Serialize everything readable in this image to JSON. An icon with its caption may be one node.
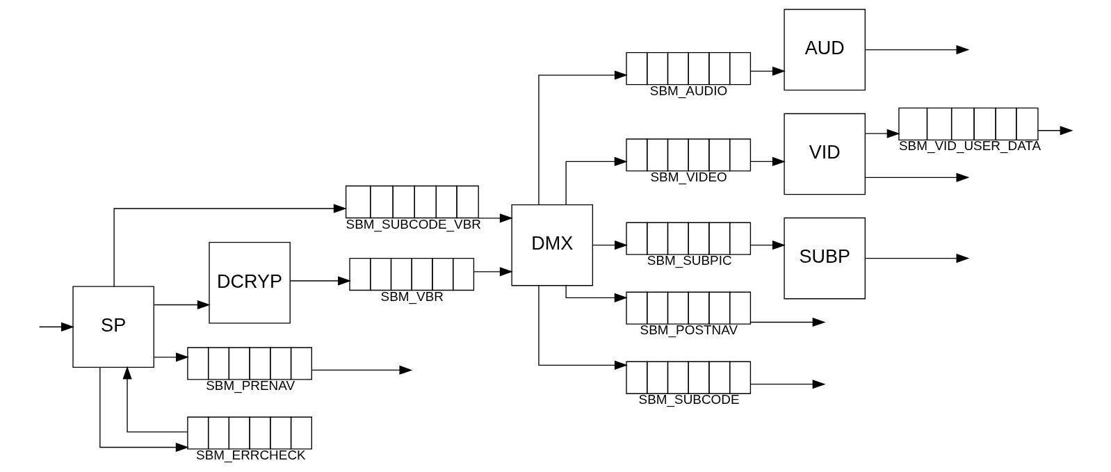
{
  "diagram": {
    "nodes": [
      {
        "text": [
          "SP"
        ]
      },
      {
        "text": [],
        "shape": "queue",
        "beside": [
          "SBM_SUBCODE_VBR"
        ]
      },
      {
        "text": [
          "DCRYP"
        ]
      },
      {
        "text": [],
        "shape": "queue",
        "beside": [
          "SBM_VBR"
        ]
      },
      {
        "text": [
          "DMX"
        ]
      },
      {
        "text": [],
        "shape": "queue",
        "beside": [
          "SBM_PRENAV"
        ]
      },
      {
        "text": [],
        "shape": "queue",
        "beside": [
          "SBM_ERRCHECK"
        ]
      },
      {
        "text": [],
        "shape": "queue",
        "beside": [
          "SBM_AUDIO"
        ]
      },
      {
        "text": [
          "AUD"
        ]
      },
      {
        "text": [],
        "shape": "queue",
        "beside": [
          "SBM_VIDEO"
        ]
      },
      {
        "text": [
          "VID"
        ]
      },
      {
        "text": [],
        "shape": "queue",
        "beside": [
          "SBM_VID_USER_DATA"
        ]
      },
      {
        "text": [],
        "shape": "queue",
        "beside": [
          "SBM_SUBPIC"
        ]
      },
      {
        "text": [
          "SUBP"
        ]
      },
      {
        "text": [],
        "shape": "queue",
        "beside": [
          "SBM_POSTNAV"
        ]
      },
      {
        "text": [],
        "shape": "queue",
        "beside": [
          "SBM_SUBCODE"
        ]
      }
    ],
    "edges": [
      {
        "from": null,
        "to": 0,
        "arrow": "to"
      },
      {
        "from": 0,
        "to": 1,
        "arrow": "to"
      },
      {
        "from": 0,
        "to": 2,
        "arrow": "to"
      },
      {
        "from": 0,
        "to": 5,
        "arrow": "to"
      },
      {
        "from": 0,
        "to": 6,
        "arrow": "to"
      },
      {
        "from": 6,
        "to": 0,
        "arrow": "to"
      },
      {
        "from": 2,
        "to": 3,
        "arrow": "to"
      },
      {
        "from": 3,
        "to": 4,
        "arrow": "to"
      },
      {
        "from": 1,
        "to": 4,
        "arrow": "to"
      },
      {
        "from": 4,
        "to": 7,
        "arrow": "to"
      },
      {
        "from": 4,
        "to": 9,
        "arrow": "to"
      },
      {
        "from": 4,
        "to": 12,
        "arrow": "to"
      },
      {
        "from": 4,
        "to": 14,
        "arrow": "to"
      },
      {
        "from": 4,
        "to": 15,
        "arrow": "to"
      },
      {
        "from": 7,
        "to": 8,
        "arrow": "to"
      },
      {
        "from": 9,
        "to": 10,
        "arrow": "to"
      },
      {
        "from": 12,
        "to": 13,
        "arrow": "to"
      },
      {
        "from": 8,
        "to": null,
        "arrow": "to"
      },
      {
        "from": 10,
        "to": null,
        "arrow": "to"
      },
      {
        "from": 10,
        "to": 11,
        "arrow": "to"
      },
      {
        "from": 11,
        "to": null,
        "arrow": "to"
      },
      {
        "from": 13,
        "to": null,
        "arrow": "to"
      },
      {
        "from": 5,
        "to": null,
        "arrow": "to"
      },
      {
        "from": 14,
        "to": null,
        "arrow": "to"
      },
      {
        "from": 15,
        "to": null,
        "arrow": "to"
      }
    ]
  }
}
